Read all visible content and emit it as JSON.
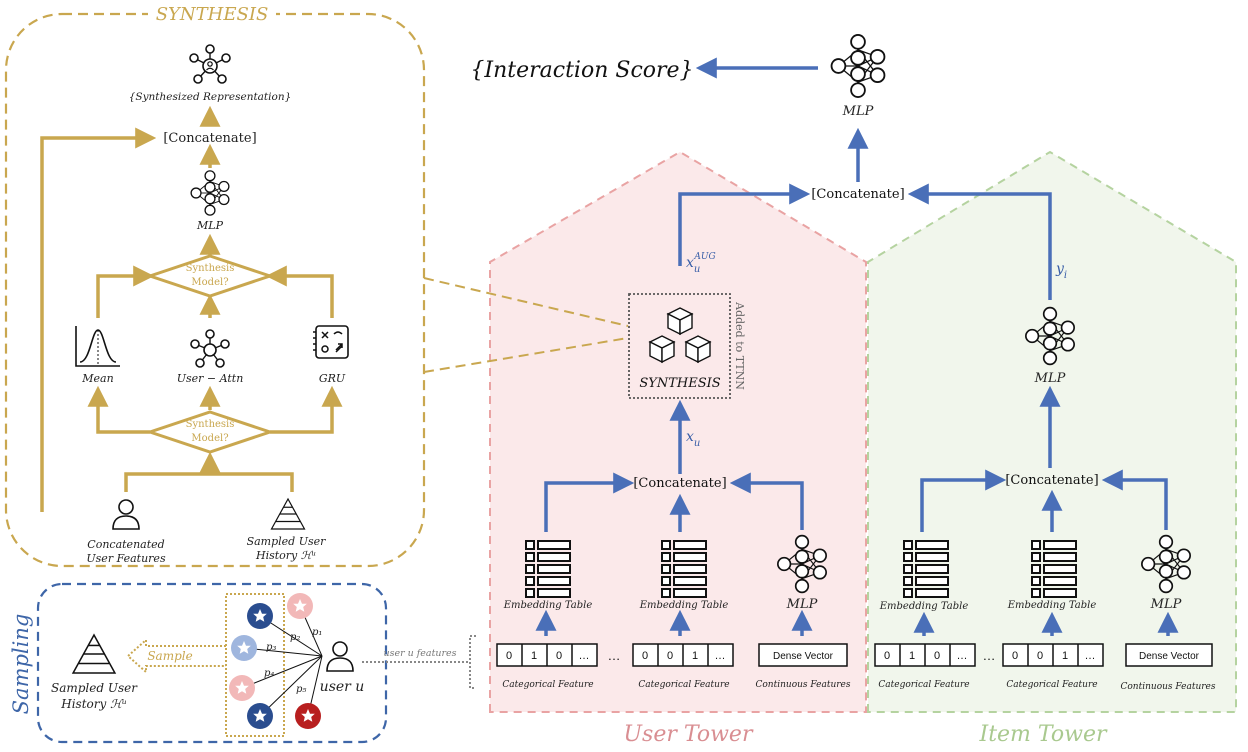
{
  "colors": {
    "gold": "#c9a74f",
    "blue": "#4a6fb8",
    "pink_dash": "#e9a3a3",
    "pink_fill": "#fbe9ea",
    "green_dash": "#b5d3a0",
    "green_fill": "#f1f6ec",
    "sampling_dash": "#3e66a8",
    "dark_star": "#2a4d8f",
    "light_star": "#9fb6de",
    "pink_star": "#f2b8b8",
    "red_star": "#b81f1f"
  },
  "synthesis_panel": {
    "title": "SYNTHESIS",
    "output_label": "{Synthesized Representation}",
    "concatenate_label": "[Concatenate]",
    "mlp_label": "MLP",
    "decision_top": [
      "Synthesis",
      "Model?"
    ],
    "decision_bottom": [
      "Synthesis",
      "Model?"
    ],
    "option_mean": "Mean",
    "option_user_attn": "User − Attn",
    "option_gru": "GRU",
    "input_user_features": [
      "Concatenated",
      "User Features"
    ],
    "input_history": [
      "Sampled User",
      "History ℋᵘ"
    ]
  },
  "sampling_panel": {
    "title": "Sampling",
    "sampled_history": [
      "Sampled User",
      "History ℋᵘ"
    ],
    "sample_label": "Sample",
    "user_label": "user u",
    "user_features_label": "user u features",
    "probabilities": [
      "p₁",
      "p₂",
      "p₃",
      "p₄",
      "p₅"
    ]
  },
  "top": {
    "interaction_score": "{Interaction Score}",
    "mlp_label": "MLP",
    "concatenate_label": "[Concatenate]"
  },
  "user_tower": {
    "title": "User Tower",
    "x_aug_label": "x",
    "x_aug_sub": "u",
    "x_aug_sup": "AUG",
    "synthesis_label": "SYNTHESIS",
    "added_label": "Added to TTNN",
    "x_u_label": "x",
    "x_u_sub": "u",
    "concatenate_label": "[Concatenate]",
    "embedding_label_1": "Embedding Table",
    "embedding_label_2": "Embedding Table",
    "mlp_label": "MLP",
    "cat_feature_1": {
      "cells": [
        "0",
        "1",
        "0",
        "…"
      ],
      "label": "Categorical Feature"
    },
    "cat_feature_2": {
      "cells": [
        "0",
        "0",
        "1",
        "…"
      ],
      "label": "Categorical Feature"
    },
    "ellipsis": "…",
    "dense_vector": "Dense Vector",
    "continuous_label": "Continuous Features"
  },
  "item_tower": {
    "title": "Item Tower",
    "y_label": "y",
    "y_sub": "i",
    "mlp_top_label": "MLP",
    "concatenate_label": "[Concatenate]",
    "embedding_label_1": "Embedding Table",
    "embedding_label_2": "Embedding Table",
    "mlp_label": "MLP",
    "cat_feature_1": {
      "cells": [
        "0",
        "1",
        "0",
        "…"
      ],
      "label": "Categorical Feature"
    },
    "cat_feature_2": {
      "cells": [
        "0",
        "0",
        "1",
        "…"
      ],
      "label": "Categorical Feature"
    },
    "ellipsis": "…",
    "dense_vector": "Dense Vector",
    "continuous_label": "Continuous Features"
  }
}
